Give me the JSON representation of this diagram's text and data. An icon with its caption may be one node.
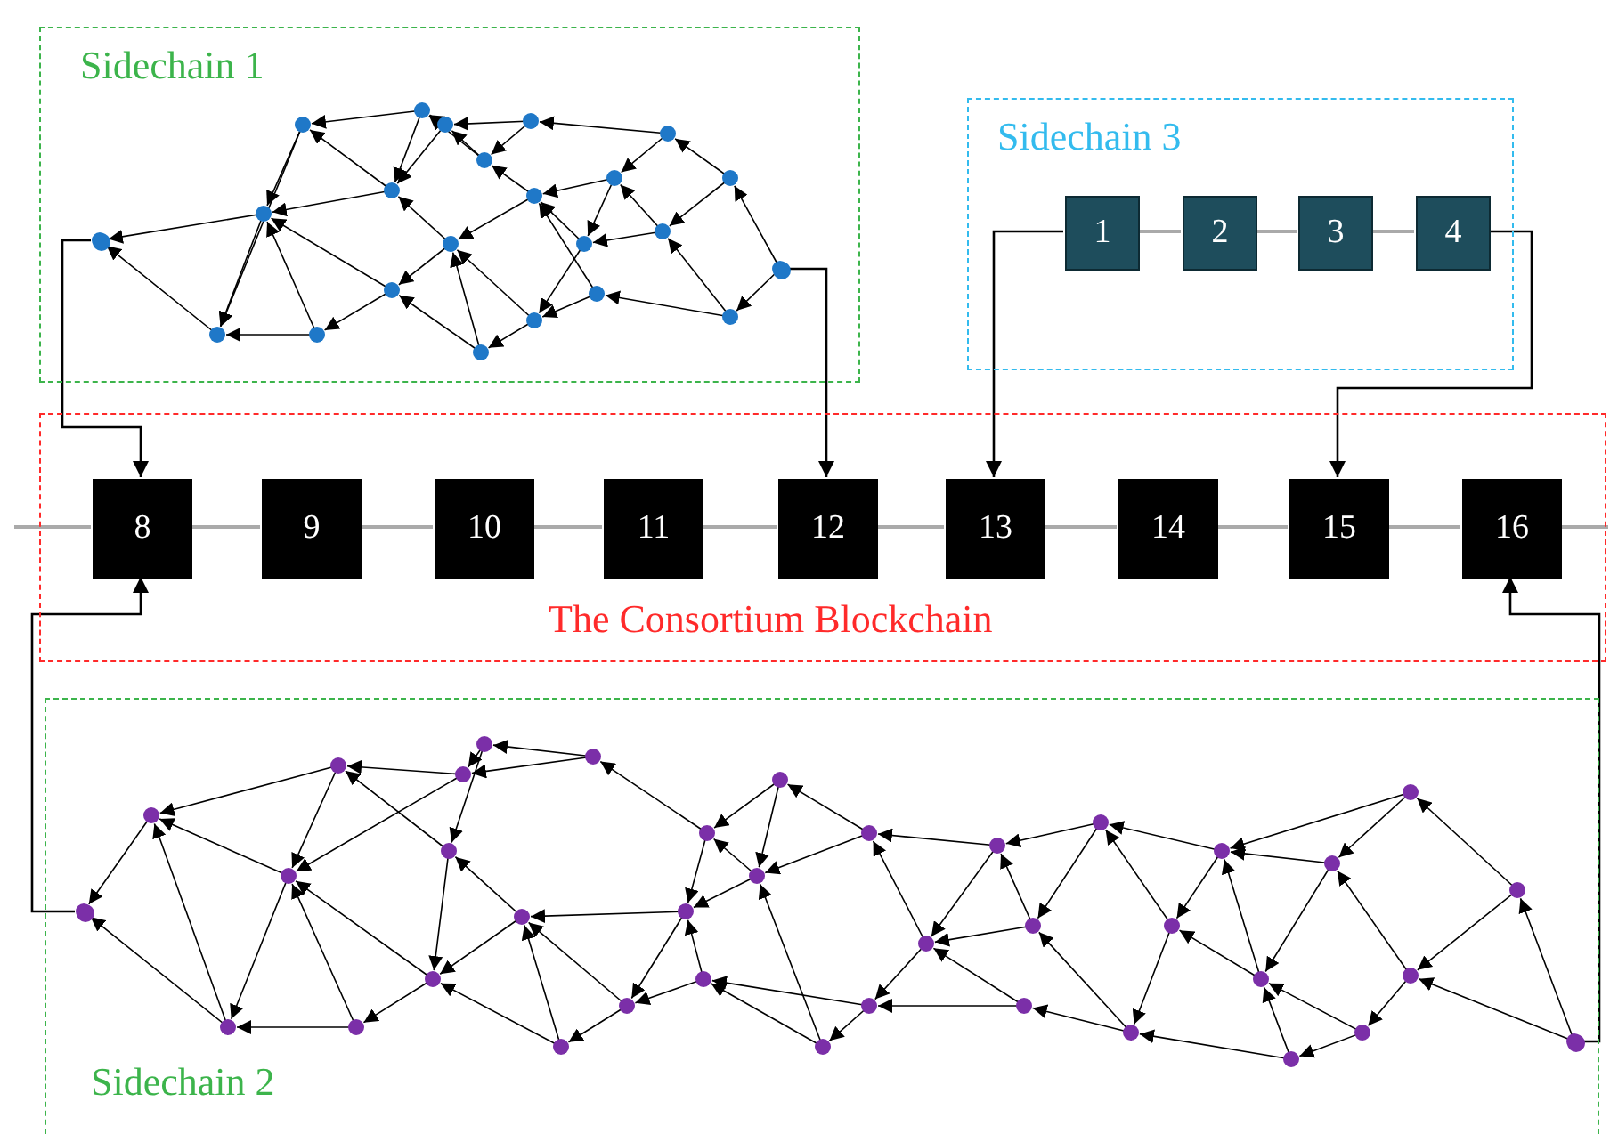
{
  "diagram": {
    "nodes": [
      {
        "text": [
          "Sidechain 1"
        ]
      },
      {
        "text": [],
        "shape": "circle",
        "in": 0
      },
      {
        "text": [],
        "shape": "circle",
        "in": 0
      },
      {
        "text": [
          "Sidechain 3"
        ]
      },
      {
        "text": [
          "1"
        ],
        "in": 3
      },
      {
        "text": [
          "2"
        ],
        "in": 3
      },
      {
        "text": [
          "3"
        ],
        "in": 3
      },
      {
        "text": [
          "4"
        ],
        "in": 3
      },
      {
        "text": [
          "The Consortium Blockchain"
        ]
      },
      {
        "text": [
          "8"
        ],
        "in": 8
      },
      {
        "text": [
          "9"
        ],
        "in": 8
      },
      {
        "text": [
          "10"
        ],
        "in": 8
      },
      {
        "text": [
          "11"
        ],
        "in": 8
      },
      {
        "text": [
          "12"
        ],
        "in": 8
      },
      {
        "text": [
          "13"
        ],
        "in": 8
      },
      {
        "text": [
          "14"
        ],
        "in": 8
      },
      {
        "text": [
          "15"
        ],
        "in": 8
      },
      {
        "text": [
          "16"
        ],
        "in": 8
      },
      {
        "text": [
          "Sidechain 2"
        ]
      },
      {
        "text": [],
        "shape": "circle",
        "in": 18
      },
      {
        "text": [],
        "shape": "circle",
        "in": 18
      }
    ],
    "edges": [
      {
        "from": 4,
        "to": 5,
        "arrow": "none"
      },
      {
        "from": 5,
        "to": 6,
        "arrow": "none"
      },
      {
        "from": 6,
        "to": 7,
        "arrow": "none"
      },
      {
        "from": null,
        "to": 9,
        "arrow": "none"
      },
      {
        "from": 9,
        "to": 10,
        "arrow": "none"
      },
      {
        "from": 10,
        "to": 11,
        "arrow": "none"
      },
      {
        "from": 11,
        "to": 12,
        "arrow": "none"
      },
      {
        "from": 12,
        "to": 13,
        "arrow": "none"
      },
      {
        "from": 13,
        "to": 14,
        "arrow": "none"
      },
      {
        "from": 14,
        "to": 15,
        "arrow": "none"
      },
      {
        "from": 15,
        "to": 16,
        "arrow": "none"
      },
      {
        "from": 16,
        "to": 17,
        "arrow": "none"
      },
      {
        "from": 17,
        "to": null,
        "arrow": "none"
      },
      {
        "from": 1,
        "to": 9,
        "arrow": "to",
        "color": "#000000"
      },
      {
        "from": 2,
        "to": 13,
        "arrow": "to",
        "color": "#000000"
      },
      {
        "from": 4,
        "to": 14,
        "arrow": "to",
        "color": "#000000"
      },
      {
        "from": 7,
        "to": 16,
        "arrow": "to",
        "color": "#000000"
      },
      {
        "from": 19,
        "to": 9,
        "arrow": "to",
        "color": "#000000"
      },
      {
        "from": 20,
        "to": 17,
        "arrow": "to",
        "color": "#000000"
      }
    ]
  }
}
